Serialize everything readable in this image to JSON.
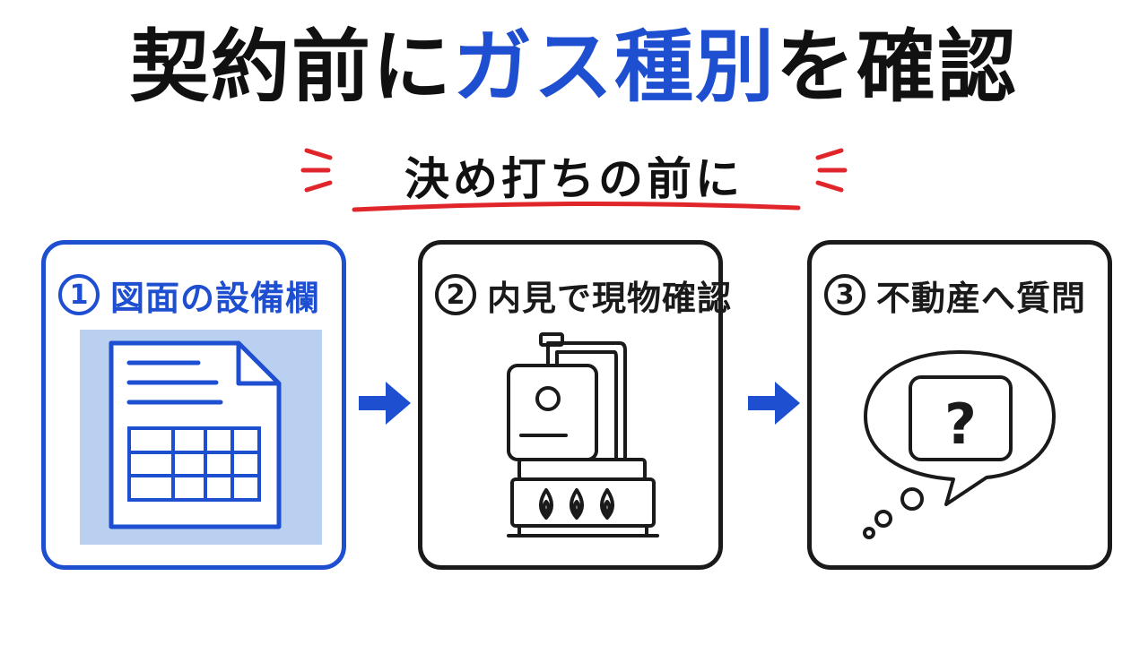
{
  "title": {
    "part1": "契約前に",
    "highlight": "ガス種別",
    "part2": "を確認"
  },
  "subtitle": "決め打ちの前に",
  "steps": [
    {
      "number": "1",
      "label": "図面の設備欄",
      "icon": "floor-plan-document-icon"
    },
    {
      "number": "2",
      "label": "内見で現物確認",
      "icon": "gas-water-heater-icon"
    },
    {
      "number": "3",
      "label": "不動産へ質問",
      "icon": "question-speech-bubble-icon"
    }
  ],
  "colors": {
    "accent": "#1f4fd1",
    "ink": "#1a1a1a",
    "underline": "#e0262b",
    "highlight_fill": "#a9c4ee"
  },
  "question_mark": "?"
}
